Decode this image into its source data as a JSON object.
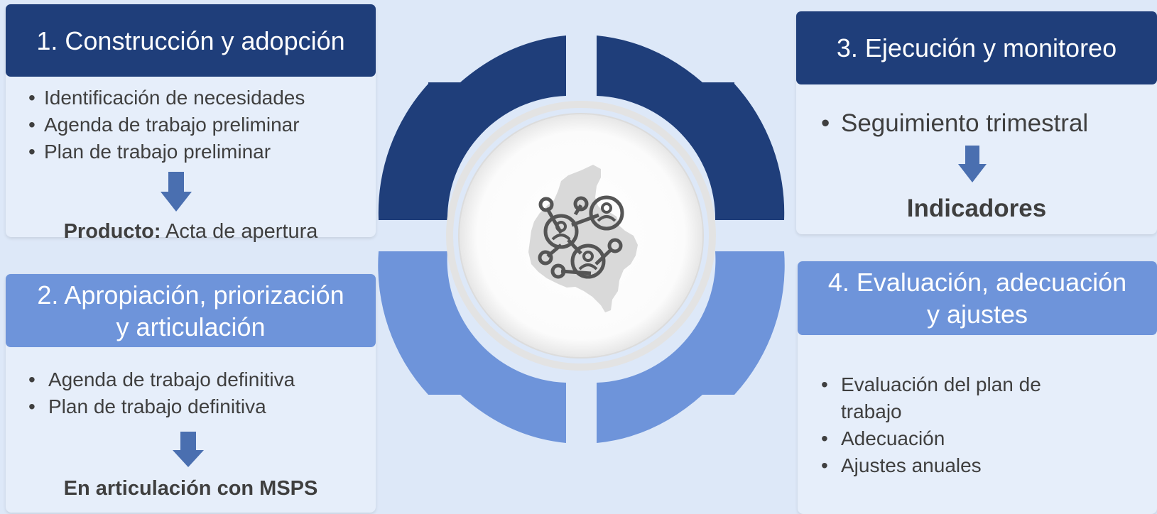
{
  "steps": [
    {
      "title": "1. Construcción y adopción",
      "items": [
        "Identificación de necesidades",
        "Agenda de trabajo preliminar",
        "Plan de trabajo preliminar"
      ],
      "result_bold": "Producto:",
      "result_text": " Acta de apertura"
    },
    {
      "title_line1": "2. Apropiación, priorización",
      "title_line2": "y articulación",
      "items": [
        "Agenda de trabajo definitiva",
        "Plan de trabajo definitiva"
      ],
      "result_bold": "En articulación con MSPS"
    },
    {
      "title": "3. Ejecución y monitoreo",
      "items": [
        "Seguimiento trimestral"
      ],
      "result_bold": "Indicadores"
    },
    {
      "title_line1": "4. Evaluación, adecuación",
      "title_line2": "y ajustes",
      "items": [
        "Evaluación del plan de trabajo",
        "Adecuación",
        "Ajustes anuales"
      ]
    }
  ],
  "center_icon": "colombia-map-network-icon",
  "colors": {
    "dark_blue": "#1f3e7a",
    "light_blue": "#6e94da",
    "arrow_blue": "#4a6fb0",
    "background": "#dde8f8",
    "panel": "#e6eefa"
  }
}
